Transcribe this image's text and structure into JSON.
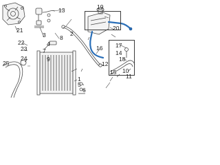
{
  "callouts": {
    "c21": "21",
    "c22": "22",
    "c23": "23",
    "c24": "24",
    "c25": "25",
    "c1": "1",
    "c2": "2",
    "c3": "3",
    "c4": "4",
    "c5": "5",
    "c6": "6",
    "c7": "7",
    "c8": "8",
    "c9": "9",
    "c10": "10",
    "c11": "11",
    "c12": "12",
    "c13": "13",
    "c14": "14",
    "c15": "15",
    "c16": "16",
    "c17": "17",
    "c18": "18",
    "c19": "19",
    "c20": "20"
  },
  "colors": {
    "highlight": "#2a6fb8",
    "linework": "#4a4a4a"
  }
}
